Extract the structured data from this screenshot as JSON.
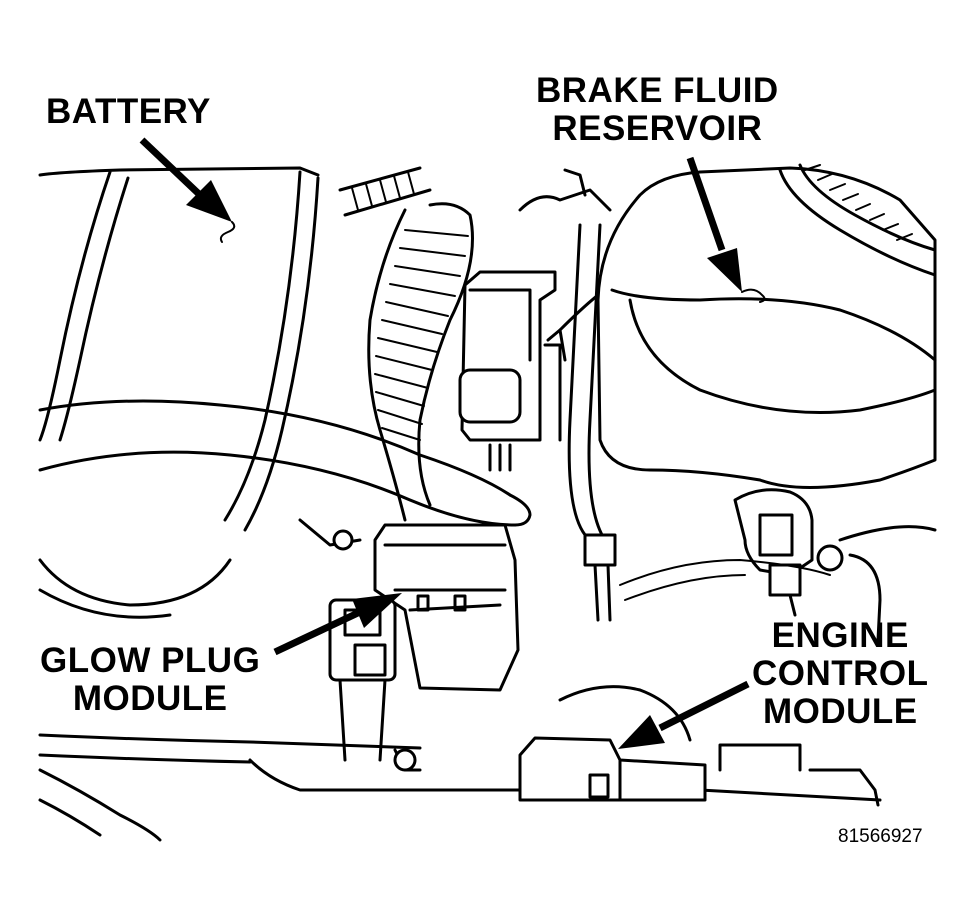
{
  "labels": {
    "battery": "BATTERY",
    "brake_fluid_line1": "BRAKE FLUID",
    "brake_fluid_line2": "RESERVOIR",
    "glow_plug_line1": "GLOW PLUG",
    "glow_plug_line2": "MODULE",
    "ecm_line1": "ENGINE",
    "ecm_line2": "CONTROL",
    "ecm_line3": "MODULE"
  },
  "figure_number": "81566927"
}
